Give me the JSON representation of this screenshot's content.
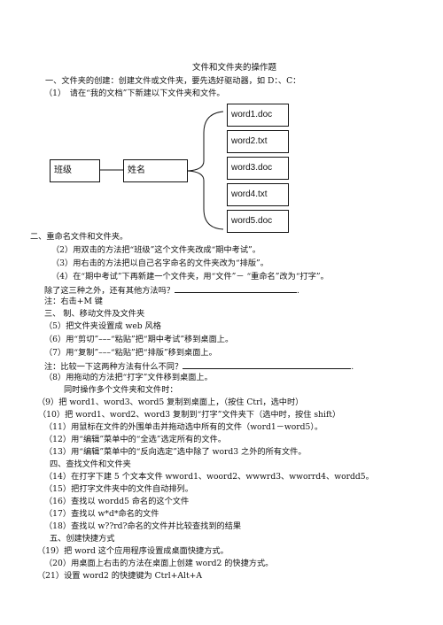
{
  "title": "文件和文件夹的操作题",
  "section1": {
    "heading": "一、文件夹的创建：创建文件或文件夹，要先选好驱动器，如 D：、C：",
    "item1": "（1）　请在“我的文档”下新建以下文件夹和文件。"
  },
  "diagram": {
    "box_class": "班级",
    "box_name": "姓名",
    "files": [
      "word1.doc",
      "word2.txt",
      "word3.doc",
      "word4.txt",
      "word5.doc"
    ]
  },
  "section2": {
    "heading": "二、重命名文件和文件夹。",
    "item2": "（2）用双击的方法把“班级”这个文件夹改成“期中考试”。",
    "item3": "（3）用右击的方法把以自己名字命名的文件夹改为“排版”。",
    "item4": "（4）在“期中考试”下再新建一个文件夹，用“文件”－ “重命名”改为“打字”。",
    "question": "除了这三种之外，还有其他方法吗？",
    "note": "注：右击+M 键"
  },
  "section3": {
    "heading": "三、 制、移动文件及文件夹",
    "item5": "（5）把文件夹设置成 web 风格",
    "item6": "（6）用“剪切”–––“粘贴”把“期中考试”移到桌面上。",
    "item7": "（7）用“复制”–––“粘贴”把“排版”移到桌面上。",
    "note": "注：比较一下这两种方法有什么不同？",
    "item8": "（8）用拖动的方法把“打字”文件移到桌面上。",
    "simul": "同时操作多个文件夹和文件时：",
    "item9": "（9）把 word1、word3、word5 复制到桌面上，（按住 Ctrl，选中时）",
    "item10": "（10）把 word1、word2、word3 复制到“打字”文件夹下（选中时，按住 shift）",
    "item11": "（11）用鼠标在文件的外围单击并拖动选中所有的文件（word1－word5）。",
    "item12": "（12）用“编辑”菜单中的“全选”选定所有的文件。",
    "item13": "（13）用“编辑”菜单中的“反向选定”选中除了 word3 之外的所有文件。"
  },
  "section4": {
    "heading": "四、查找文件和文件夹",
    "item14": "（14）在打字下建 5 个文本文件 wword1、woord2、wwwrd3、wworrd4、wordd5。",
    "item15": "（15）把打字文件夹中的文件自动排列。",
    "item16": "（16）查找以 wordd5 命名的这个文件",
    "item17": "（17）查找以 w*d*命名的文件",
    "item18": "（18）查找以 w??rd?命名的文件并比较查找到的结果"
  },
  "section5": {
    "heading": "五、创建快捷方式",
    "item19": "（19）把 word 这个应用程序设置成桌面快捷方式。",
    "item20": "（20）用桌面上右击的方法在桌面上创建 word2 的快捷方式。",
    "item21": "（21）设置 word2 的快捷键为 Ctrl+Alt+A"
  }
}
